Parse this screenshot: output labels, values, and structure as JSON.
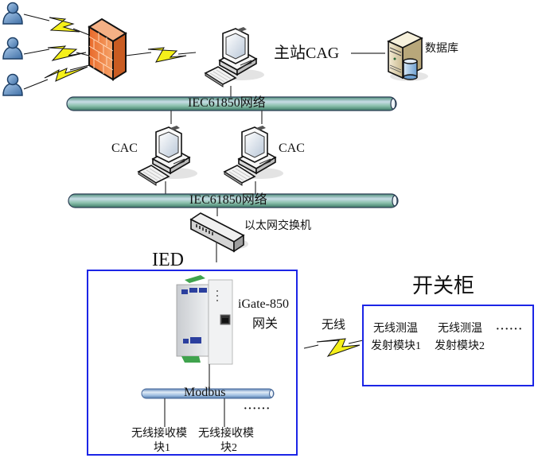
{
  "title": "IEC61850 wireless temperature monitoring system architecture",
  "colors": {
    "network_pipe": "#7fbba4",
    "modbus_pipe": "#8fb4d8",
    "box_border": "#1c25e6",
    "lightning": "#f5f01a",
    "firewall": "#f08a3c",
    "user": "#6d9ed0"
  },
  "nodes": {
    "users": [
      {
        "icon": "user-icon"
      },
      {
        "icon": "user-icon"
      },
      {
        "icon": "user-icon"
      }
    ],
    "firewall": {
      "icon": "firewall-icon"
    },
    "master_station": {
      "label": "主站CAG",
      "icon": "computer-icon"
    },
    "database": {
      "label": "数据库",
      "icon": "database-server-icon"
    },
    "network_top": {
      "label": "IEC61850网络"
    },
    "cac_left": {
      "label": "CAC",
      "icon": "computer-icon"
    },
    "cac_right": {
      "label": "CAC",
      "icon": "computer-icon"
    },
    "network_bottom": {
      "label": "IEC61850网络"
    },
    "switch": {
      "label": "以太网交换机",
      "icon": "ethernet-switch-icon"
    },
    "ied": {
      "label": "IED",
      "gateway": {
        "name": "iGate-850",
        "type": "网关",
        "icon": "gateway-device-icon"
      },
      "bus": {
        "label": "Modbus"
      },
      "receivers": [
        {
          "line1": "无线接收模",
          "line2": "块1"
        },
        {
          "line1": "无线接收模",
          "line2": "块2"
        }
      ],
      "more": "······"
    },
    "wireless": {
      "label": "无线",
      "icon": "lightning-icon"
    },
    "switchgear": {
      "label": "开关柜",
      "transmitters": [
        {
          "line1": "无线测温",
          "line2": "发射模块1"
        },
        {
          "line1": "无线测温",
          "line2": "发射模块2"
        }
      ],
      "more": "······"
    }
  }
}
